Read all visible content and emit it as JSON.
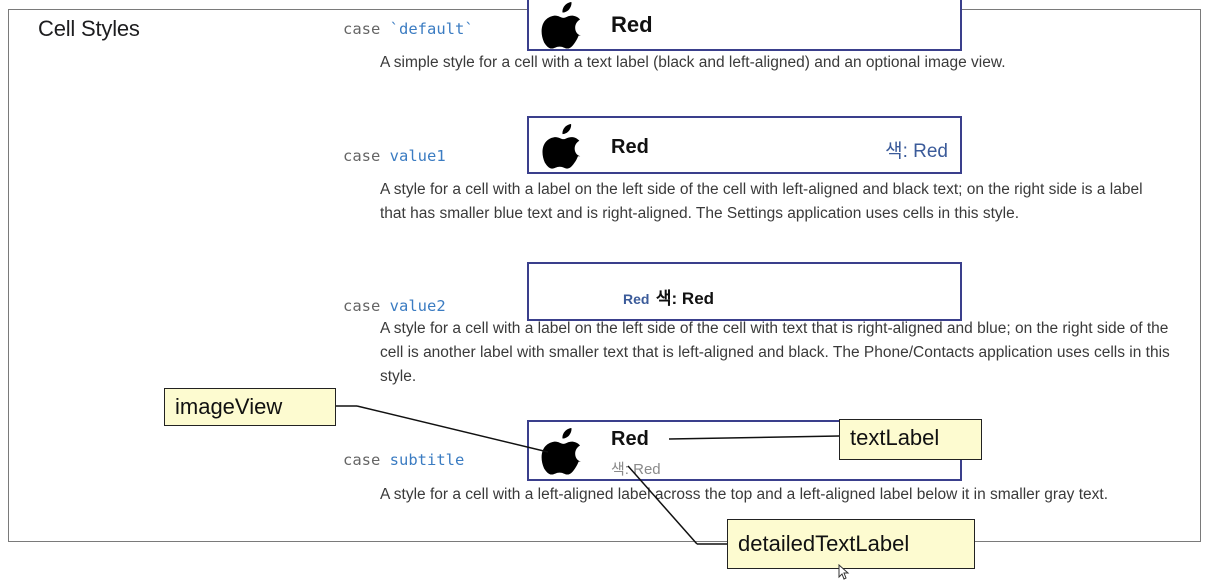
{
  "section_title": "Cell Styles",
  "cases": [
    {
      "keyword": "case",
      "name": "`default`",
      "description": "A simple style for a cell with a text label (black and left-aligned) and an optional image view."
    },
    {
      "keyword": "case",
      "name": "value1",
      "description": "A style for a cell with a label on the left side of the cell with left-aligned and black text; on the right side is a label that has smaller blue text and is right-aligned. The Settings application uses cells in this style."
    },
    {
      "keyword": "case",
      "name": "value2",
      "description": "A style for a cell with a label on the left side of the cell with text that is right-aligned and blue; on the right side of the cell is another label with smaller text that is left-aligned and black. The Phone/Contacts application uses cells in this style."
    },
    {
      "keyword": "case",
      "name": "subtitle",
      "description": "A style for a cell with a left-aligned label across the top and a left-aligned label below it in smaller gray text."
    }
  ],
  "cells": {
    "default": {
      "text": "Red"
    },
    "value1": {
      "text": "Red",
      "detail": "색: Red"
    },
    "value2": {
      "left": "Red",
      "right": "색: Red"
    },
    "subtitle": {
      "text": "Red",
      "detail": "색: Red"
    }
  },
  "callouts": {
    "image_view": "imageView",
    "text_label": "textLabel",
    "detailed_text_label": "detailedTextLabel"
  },
  "colors": {
    "case_name": "#3b7cc2",
    "cell_border": "#3a3f8c",
    "detail_blue": "#3b5b9a",
    "callout_bg": "#fdfbd0"
  },
  "icons": [
    "apple-logo-icon",
    "mouse-cursor-icon"
  ]
}
